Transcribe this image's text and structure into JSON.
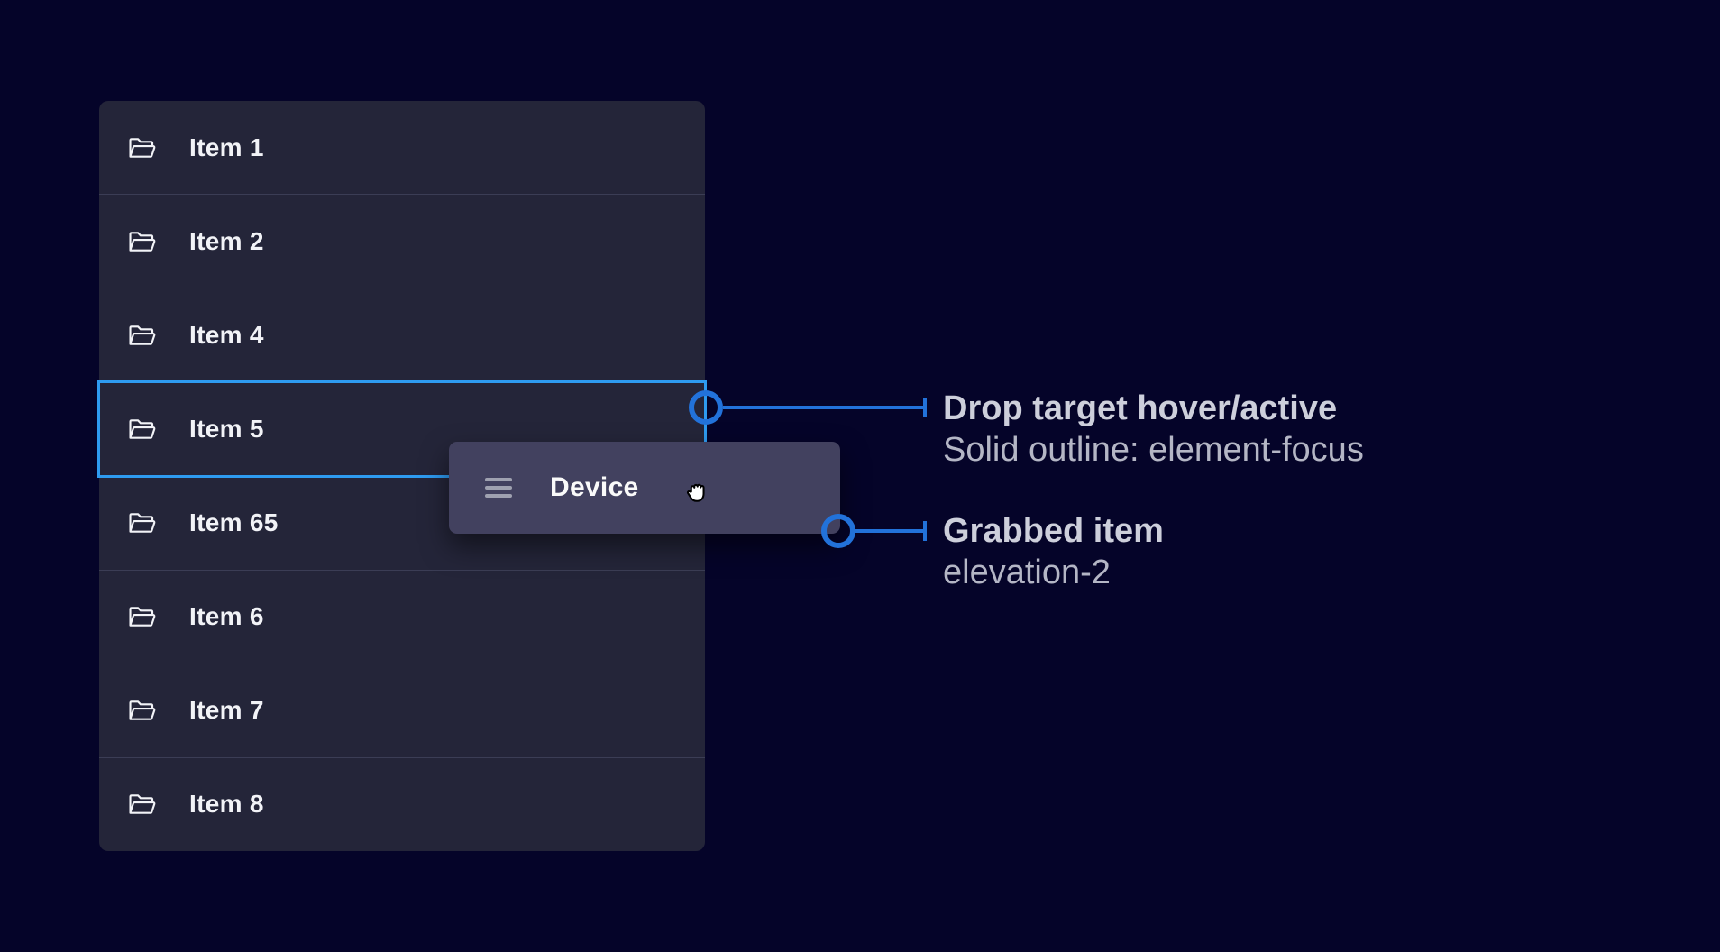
{
  "palette": {
    "page_bg": "#050429",
    "panel_bg": "#242539",
    "divider": "#3b3d55",
    "card_bg": "#42415f",
    "focus_outline_blue": "#2e9bf0",
    "callout_blue": "#2272da",
    "item_text": "#f2f3f7",
    "annotation_title_text": "#cdcfdb",
    "annotation_subtitle_text": "#b4b6c5",
    "drag_handle_gray": "#9fa1b0"
  },
  "list": {
    "items": [
      {
        "label": "Item 1",
        "icon": "folder-open-icon",
        "state": "default"
      },
      {
        "label": "Item 2",
        "icon": "folder-open-icon",
        "state": "default"
      },
      {
        "label": "Item 4",
        "icon": "folder-open-icon",
        "state": "default"
      },
      {
        "label": "Item 5",
        "icon": "folder-open-icon",
        "state": "drop-target"
      },
      {
        "label": "Item 65",
        "icon": "folder-open-icon",
        "state": "default"
      },
      {
        "label": "Item 6",
        "icon": "folder-open-icon",
        "state": "default"
      },
      {
        "label": "Item 7",
        "icon": "folder-open-icon",
        "state": "default"
      },
      {
        "label": "Item 8",
        "icon": "folder-open-icon",
        "state": "default"
      }
    ]
  },
  "drag_card": {
    "label": "Device",
    "handle_icon": "drag-handle-icon",
    "cursor_icon": "grabbing-hand-cursor-icon"
  },
  "annotations": [
    {
      "title": "Drop target hover/active",
      "subtitle": "Solid outline: element-focus",
      "points_to": "Item 5"
    },
    {
      "title": "Grabbed item",
      "subtitle": "elevation-2",
      "points_to": "Device"
    }
  ]
}
